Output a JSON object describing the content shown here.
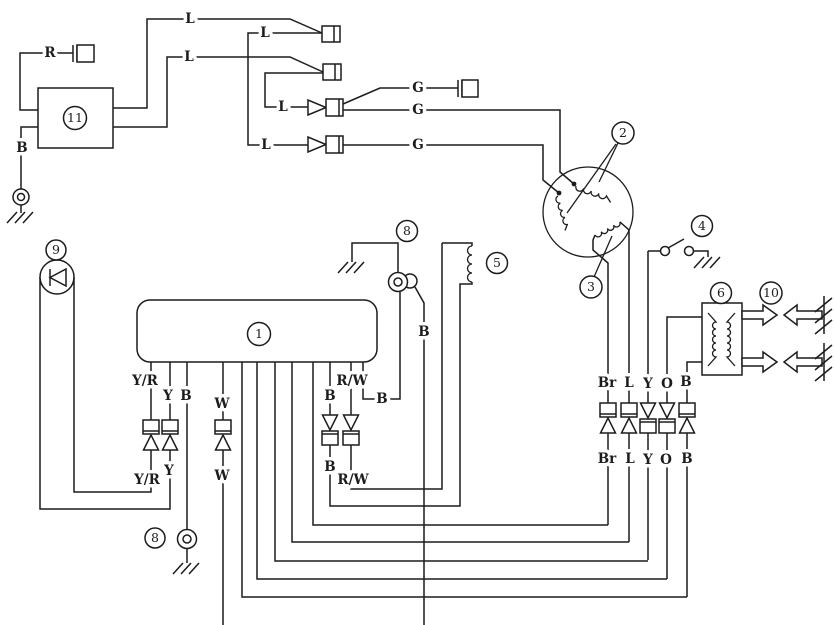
{
  "colors": {
    "ink": "#1c1c1c",
    "paper": "#ffffff"
  },
  "wire_labels": [
    {
      "t": "R"
    },
    {
      "t": "L"
    },
    {
      "t": "L"
    },
    {
      "t": "L"
    },
    {
      "t": "L"
    },
    {
      "t": "L"
    },
    {
      "t": "G"
    },
    {
      "t": "G"
    },
    {
      "t": "G"
    },
    {
      "t": "B"
    },
    {
      "t": "B"
    },
    {
      "t": "B"
    },
    {
      "t": "Y/R"
    },
    {
      "t": "Y"
    },
    {
      "t": "B"
    },
    {
      "t": "W"
    },
    {
      "t": "B"
    },
    {
      "t": "R/W"
    },
    {
      "t": "Y/R"
    },
    {
      "t": "Y"
    },
    {
      "t": "W"
    },
    {
      "t": "B"
    },
    {
      "t": "R/W"
    },
    {
      "t": "Br"
    },
    {
      "t": "L"
    },
    {
      "t": "Y"
    },
    {
      "t": "O"
    },
    {
      "t": "B"
    },
    {
      "t": "Br"
    },
    {
      "t": "L"
    },
    {
      "t": "Y"
    },
    {
      "t": "O"
    },
    {
      "t": "B"
    }
  ],
  "component_numbers": [
    {
      "t": "1"
    },
    {
      "t": "2"
    },
    {
      "t": "3"
    },
    {
      "t": "4"
    },
    {
      "t": "5"
    },
    {
      "t": "6"
    },
    {
      "t": "8"
    },
    {
      "t": "8"
    },
    {
      "t": "9"
    },
    {
      "t": "10"
    },
    {
      "t": "11"
    }
  ]
}
